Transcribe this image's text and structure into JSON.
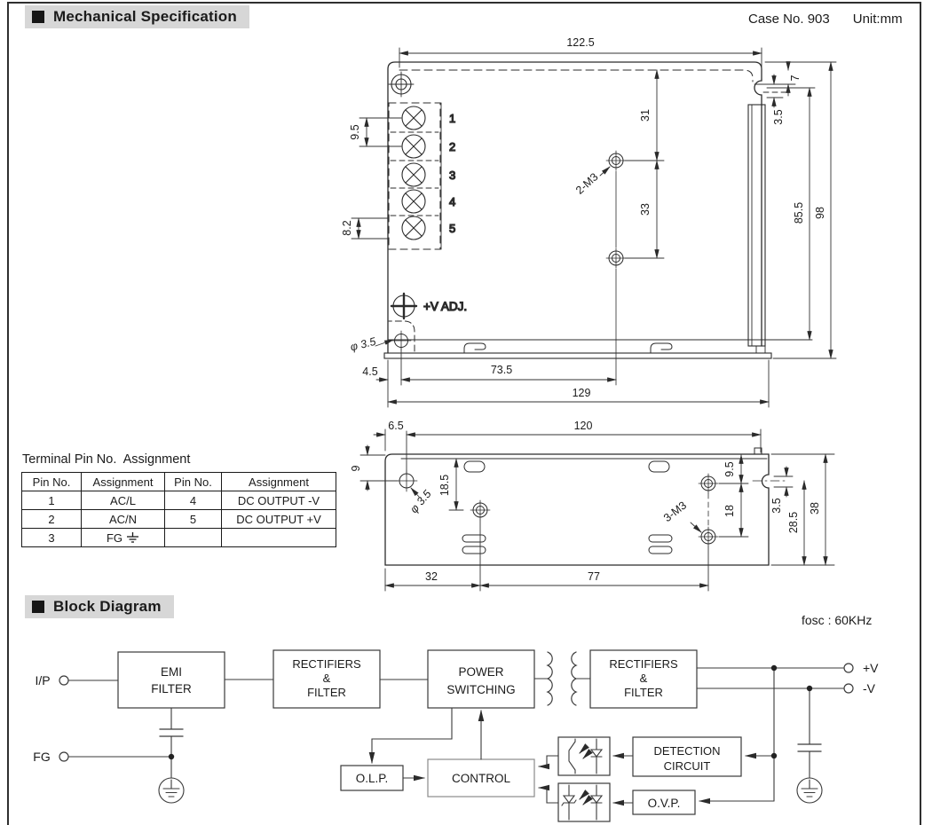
{
  "page": {
    "mech_header": {
      "label": "Mechanical Specification"
    },
    "case_no": "Case No. 903",
    "unit": "Unit:mm",
    "block_header": {
      "label": "Block Diagram"
    },
    "fosc": "fosc : 60KHz"
  },
  "top_view": {
    "pins": [
      "1",
      "2",
      "3",
      "4",
      "5"
    ],
    "labels": {
      "vadj": "+V ADJ.",
      "hole_callout": "2-M3",
      "dia_callout": "φ 3.5"
    },
    "dims": {
      "top_width": "122.5",
      "notch_from_top": "7",
      "notch_offset": "3.5",
      "hole1_from_top": "31",
      "hole_spacing": "33",
      "inner_height": "85.5",
      "full_height": "98",
      "ac_pitch": "9.5",
      "dc_pitch": "8.2",
      "foot_inset": "4.5",
      "hole_from_left": "73.5",
      "full_width": "129"
    }
  },
  "side_view": {
    "labels": {
      "hole_callout": "3-M3",
      "dia_callout": "φ 3.5"
    },
    "dims": {
      "hole_from_left": "6.5",
      "top_width": "120",
      "hole_from_top": "9",
      "slot_from_top": "18.5",
      "left_span": "32",
      "hole_span": "77",
      "right_hole_from_top": "9.5",
      "right_hole_spacing": "18",
      "notch_offset": "3.5",
      "lower_height": "28.5",
      "full_height": "38"
    }
  },
  "terminal_table": {
    "title": "Terminal Pin No.  Assignment",
    "headers": [
      "Pin No.",
      "Assignment",
      "Pin No.",
      "Assignment"
    ],
    "rows": [
      {
        "pin_l": "1",
        "asg_l": "AC/L",
        "pin_r": "4",
        "asg_r": "DC OUTPUT -V"
      },
      {
        "pin_l": "2",
        "asg_l": "AC/N",
        "pin_r": "5",
        "asg_r": "DC OUTPUT +V"
      },
      {
        "pin_l": "3",
        "asg_l": "FG",
        "pin_r": "",
        "asg_r": ""
      }
    ]
  },
  "block_diagram": {
    "terminals": {
      "input": "I/P",
      "fg": "FG",
      "out_pos": "+V",
      "out_neg": "-V"
    },
    "boxes": {
      "emi": {
        "line1": "EMI",
        "line2": "FILTER"
      },
      "rect1": {
        "line1": "RECTIFIERS",
        "line2": "&",
        "line3": "FILTER"
      },
      "power": {
        "line1": "POWER",
        "line2": "SWITCHING"
      },
      "rect2": {
        "line1": "RECTIFIERS",
        "line2": "&",
        "line3": "FILTER"
      },
      "detection": {
        "line1": "DETECTION",
        "line2": "CIRCUIT"
      },
      "control": {
        "line1": "CONTROL"
      },
      "olp": {
        "line1": "O.L.P."
      },
      "ovp": {
        "line1": "O.V.P."
      }
    }
  }
}
